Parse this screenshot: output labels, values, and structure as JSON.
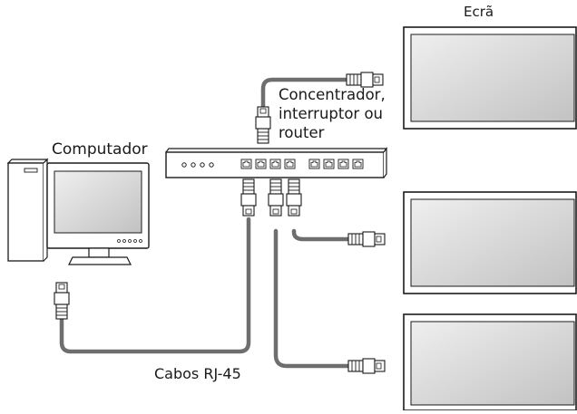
{
  "labels": {
    "screen": "Ecrã",
    "computer": "Computador",
    "hub_line1": "Concentrador,",
    "hub_line2": "interruptor ou",
    "hub_line3": "router",
    "cables": "Cabos RJ-45"
  },
  "colors": {
    "cable": "#6e6e6e",
    "outline": "#1a1a1a",
    "plug_fill": "#ffffff",
    "screen_bezel": "#ffffff",
    "screen_panel_light": "#eeeeee",
    "screen_panel_dark": "#c4c4c4"
  },
  "icons": {
    "computer": "desktop-computer-icon",
    "hub": "network-hub-icon",
    "screen": "display-screen-icon",
    "connector": "rj45-plug-icon"
  }
}
